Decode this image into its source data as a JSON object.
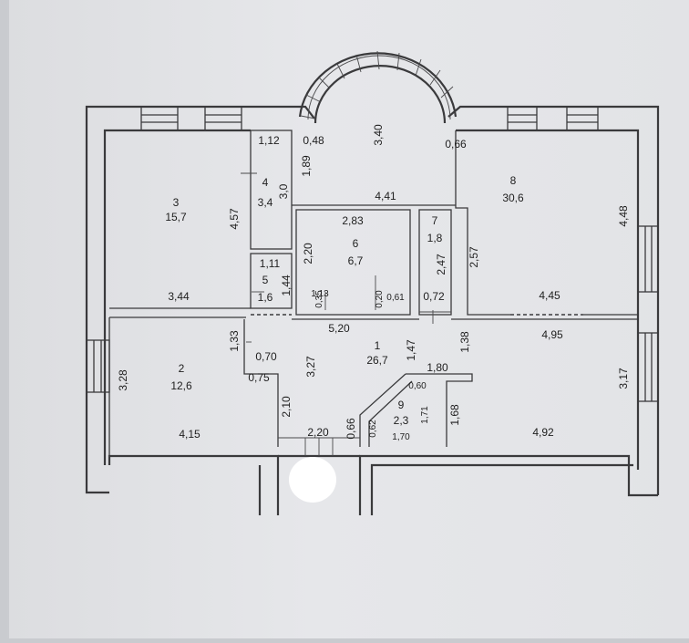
{
  "rooms": [
    {
      "number": "1",
      "area": "26,7"
    },
    {
      "number": "2",
      "area": "12,6"
    },
    {
      "number": "3",
      "area": "15,7"
    },
    {
      "number": "4",
      "area": "3,4"
    },
    {
      "number": "5",
      "area": "1,6"
    },
    {
      "number": "6",
      "area": "6,7"
    },
    {
      "number": "7",
      "area": "1,8"
    },
    {
      "number": "8",
      "area": "30,6"
    },
    {
      "number": "9",
      "area": "2,3"
    }
  ],
  "dimensions": {
    "d_1_12": "1,12",
    "d_0_48": "0,48",
    "d_3_40": "3,40",
    "d_0_66": "0,66",
    "d_1_89": "1,89",
    "d_3_0": "3,0",
    "d_4_57": "4,57",
    "d_4_41": "4,41",
    "d_4_48": "4,48",
    "d_2_83": "2,83",
    "d_2_20a": "2,20",
    "d_2_47": "2,47",
    "d_2_57": "2,57",
    "d_1_11": "1,11",
    "d_1_44": "1,44",
    "d_1_13": "1,13",
    "d_0_35": "0,35",
    "d_0_20": "0,20",
    "d_0_61": "0,61",
    "d_0_72": "0,72",
    "d_3_44": "3,44",
    "d_4_45": "4,45",
    "d_5_20": "5,20",
    "d_4_95": "4,95",
    "d_1_33": "1,33",
    "d_0_70": "0,70",
    "d_3_27": "3,27",
    "d_1_47": "1,47",
    "d_1_38": "1,38",
    "d_3_28": "3,28",
    "d_0_75": "0,75",
    "d_1_80": "1,80",
    "d_3_17": "3,17",
    "d_0_60": "0,60",
    "d_2_10": "2,10",
    "d_0_66b": "0,66",
    "d_0_62": "0,62",
    "d_1_71": "1,71",
    "d_1_68": "1,68",
    "d_4_15": "4,15",
    "d_2_20b": "2,20",
    "d_1_70": "1,70",
    "d_4_92": "4,92"
  },
  "colors": {
    "background": "#e3e4e7",
    "line": "#3a3a3c",
    "text": "#1e1e1e",
    "redaction": "#ffffff"
  }
}
